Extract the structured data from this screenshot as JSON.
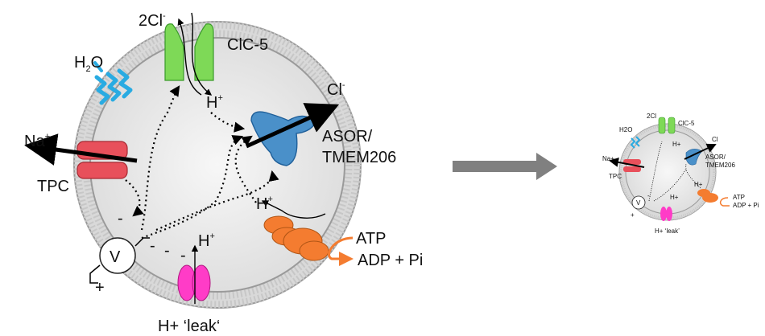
{
  "large": {
    "cl5_ions": "2Cl",
    "cl5_ions_charge": "-",
    "clc5_label": "ClC-5",
    "h2o_prefix": "H",
    "h2o_sub": "2",
    "h2o_suffix": "O",
    "cl_out": "Cl",
    "cl_out_charge": "-",
    "h_clc": "H",
    "h_plus": "+",
    "asor_line1": "ASOR/",
    "asor_line2": "TMEM206",
    "na_label": "Na",
    "na_charge": "+",
    "tpc_label": "TPC",
    "h_pump": "H",
    "h_leak_in": "H",
    "atp_label": "ATP",
    "adp_label": "ADP + Pi",
    "leak_label": "H+ ‘leak‘",
    "minus": "-",
    "plus": "+",
    "v_label": "V"
  },
  "small": {
    "cl5_ions": "2Cl",
    "clc5_label": "ClC-5",
    "h2o_label": "H2O",
    "cl_out": "Cl",
    "h_clc": "H+",
    "asor_line1": "ASOR/",
    "asor_line2": "TMEM206",
    "na_label": "Na+",
    "tpc_label": "TPC",
    "h_pump": "H+",
    "h_leak_in": "H+",
    "atp_label": "ATP",
    "adp_label": "ADP + Pi",
    "leak_label": "H+ ‘leak’",
    "minus": "-",
    "plus": "+",
    "v_label": "V"
  },
  "colors": {
    "clc5": "#7ed957",
    "aquaporin": "#29abe2",
    "asor": "#4a90c9",
    "tpc": "#e8505b",
    "pump": "#f47c30",
    "leak": "#ff3cc7",
    "arrow": "#808080",
    "vesicle": "#eeeeee"
  }
}
